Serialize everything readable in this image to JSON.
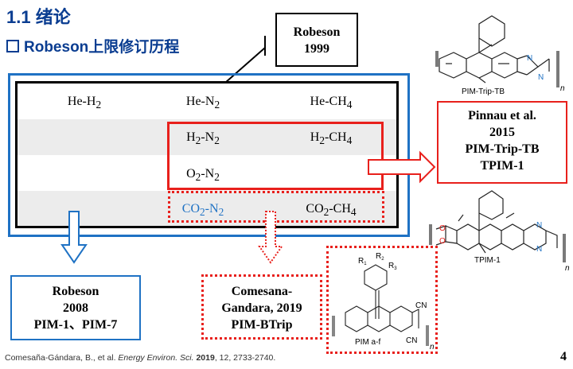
{
  "title": "1.1 绪论",
  "subtitle": "Robeson上限修订历程",
  "callout_1999": {
    "line1": "Robeson",
    "line2": "1999"
  },
  "table": {
    "row1": {
      "c1": "He-H",
      "c1_sub": "2",
      "c2": "He-N",
      "c2_sub": "2",
      "c3": "He-CH",
      "c3_sub": "4"
    },
    "row2": {
      "c2": "H",
      "c2_sub": "2",
      "c2_tail": "-N",
      "c2_sub2": "2",
      "c3": "H",
      "c3_sub": "2",
      "c3_tail": "-CH",
      "c3_sub2": "4"
    },
    "row3": {
      "c2": "O",
      "c2_sub": "2",
      "c2_tail": "-N",
      "c2_sub2": "2"
    },
    "row4": {
      "c2": "CO",
      "c2_sub": "2",
      "c2_tail": "-N",
      "c2_sub2": "2",
      "c3": "CO",
      "c3_sub": "2",
      "c3_tail": "-CH",
      "c3_sub2": "4"
    }
  },
  "callout_2015": {
    "line1": "Pinnau et al.",
    "line2": "2015",
    "line3": "PIM-Trip-TB",
    "line4": "TPIM-1"
  },
  "callout_2008": {
    "line1": "Robeson",
    "line2": "2008",
    "line3": "PIM-1、PIM-7"
  },
  "callout_2019": {
    "line1": "Comesana-",
    "line2": "Gandara, 2019",
    "line3": "PIM-BTrip"
  },
  "molecules": {
    "pim_trip_tb": "PIM-Trip-TB",
    "tpim_1": "TPIM-1",
    "pim_af": "PIM a-f",
    "n_label": "n",
    "r1": "R",
    "r1_sub": "1",
    "r2": "R",
    "r2_sub": "2",
    "r3": "R",
    "r3_sub": "3",
    "cn": "CN",
    "n_atom": "N",
    "o_atom": "O"
  },
  "citation": {
    "authors": "Comesaña-Gándara, B., et al. ",
    "journal": "Energy Environ. Sci.",
    "year": "2019",
    "rest": ", 12, 2733-2740."
  },
  "page_number": "4",
  "colors": {
    "title": "#0a3d91",
    "blue": "#1f72c4",
    "red": "#e8201c"
  }
}
